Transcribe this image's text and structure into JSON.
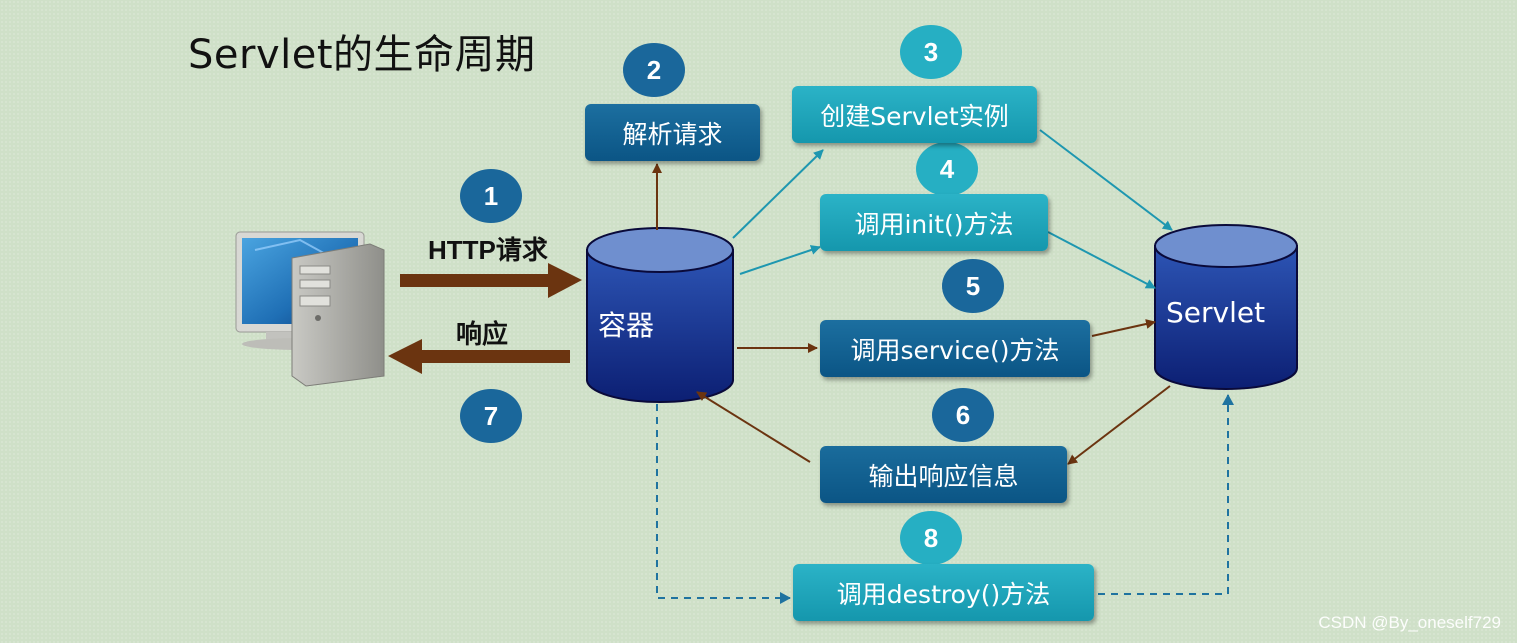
{
  "title": "Servlet的生命周期",
  "nodes": {
    "container": "容器",
    "servlet": "Servlet",
    "parse": "解析请求",
    "create": "创建Servlet实例",
    "init": "调用init()方法",
    "service": "调用service()方法",
    "output": "输出响应信息",
    "destroy": "调用destroy()方法"
  },
  "edges": {
    "request": "HTTP请求",
    "response": "响应"
  },
  "steps": [
    "1",
    "2",
    "3",
    "4",
    "5",
    "6",
    "7",
    "8"
  ],
  "colors": {
    "background": "#cfe0c8",
    "dark_blue": "#0b5585",
    "teal": "#1aa3b8",
    "brown_arrow": "#6b3410",
    "teal_arrow": "#1e97b0",
    "cylinder_top": "#6f8fcf",
    "cylinder_body": "#0f2b8a"
  },
  "icons": [
    "desktop-computer-icon"
  ],
  "watermark": "CSDN @By_oneself729"
}
